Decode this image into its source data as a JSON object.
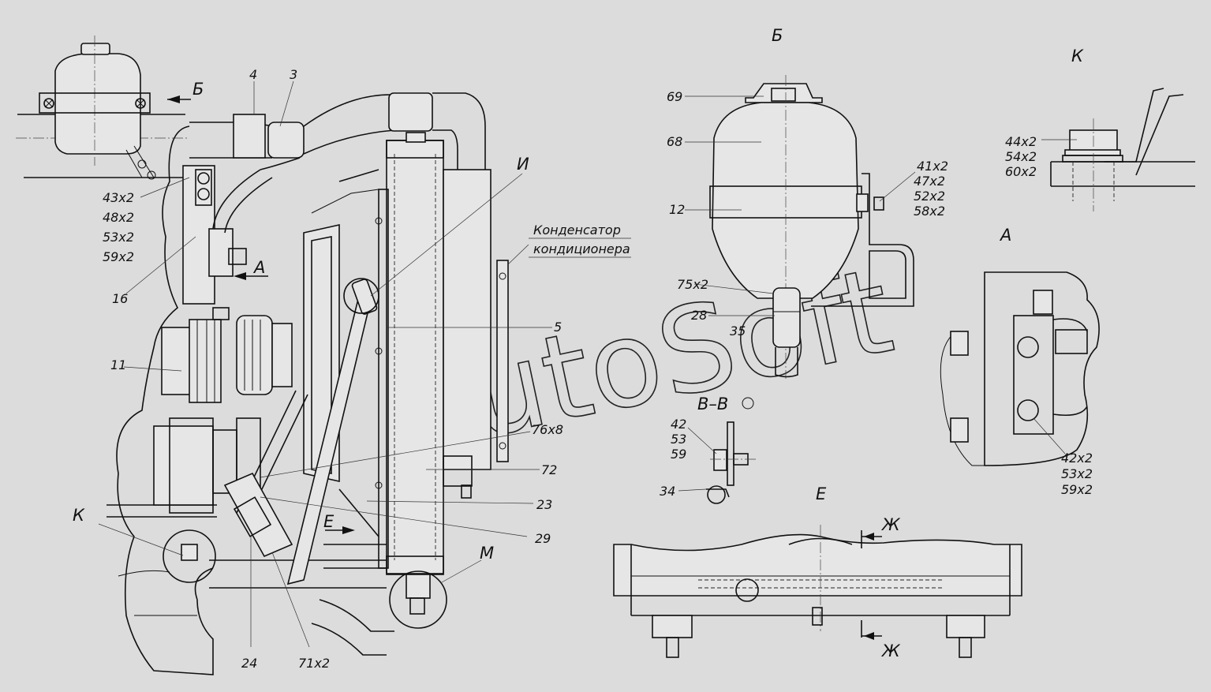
{
  "watermark": "AutoSoft",
  "views": {
    "b": "Б",
    "k": "К",
    "a": "А",
    "vv": "В–В",
    "e": "Е",
    "k_main": "К",
    "m": "М",
    "i": "И",
    "zh_top": "Ж",
    "zh_bottom": "Ж",
    "arrow_b": "Б",
    "arrow_a": "А",
    "arrow_e": "Е"
  },
  "labels": {
    "l4": "4",
    "l3": "3",
    "l43": "43x2",
    "l48": "48x2",
    "l53": "53x2",
    "l59": "59x2",
    "l16": "16",
    "l11": "11",
    "l5": "5",
    "l76": "76x8",
    "l72": "72",
    "l23": "23",
    "l29": "29",
    "l24": "24",
    "l71": "71x2",
    "condenser_1": "Конденсатор",
    "condenser_2": "кондиционера",
    "l69": "69",
    "l68": "68",
    "l12": "12",
    "l41": "41x2",
    "l47": "47x2",
    "l52": "52x2",
    "l58": "58x2",
    "l75": "75x2",
    "l28": "28",
    "l35": "35",
    "l44": "44x2",
    "l54": "54x2",
    "l60": "60x2",
    "l42a": "42x2",
    "l53a": "53x2",
    "l59a": "59x2",
    "l42": "42",
    "l53b": "53",
    "l59b": "59",
    "l34": "34"
  }
}
